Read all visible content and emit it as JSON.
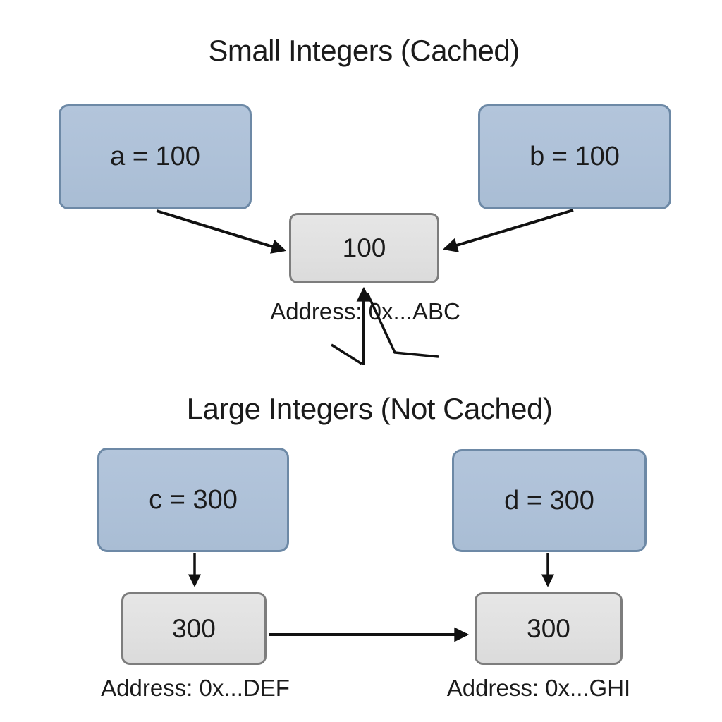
{
  "sections": {
    "small": {
      "title": "Small Integers (Cached)",
      "var_a_label": "a = 100",
      "var_b_label": "b = 100",
      "cached_value": "100",
      "address_label": "Address: 0x...ABC"
    },
    "large": {
      "title": "Large Integers (Not Cached)",
      "var_c_label": "c = 300",
      "var_d_label": "d = 300",
      "value_left": "300",
      "value_right": "300",
      "address_left_label": "Address: 0x...DEF",
      "address_right_label": "Address: 0x...GHI"
    }
  },
  "colors": {
    "background": "#ffffff",
    "var_box_fill": "#b0c3d9",
    "var_box_border": "#6d89a6",
    "value_box_fill": "#e2e2e2",
    "value_box_border": "#7d7d7d",
    "arrow": "#111111",
    "text": "#1b1b1b"
  }
}
